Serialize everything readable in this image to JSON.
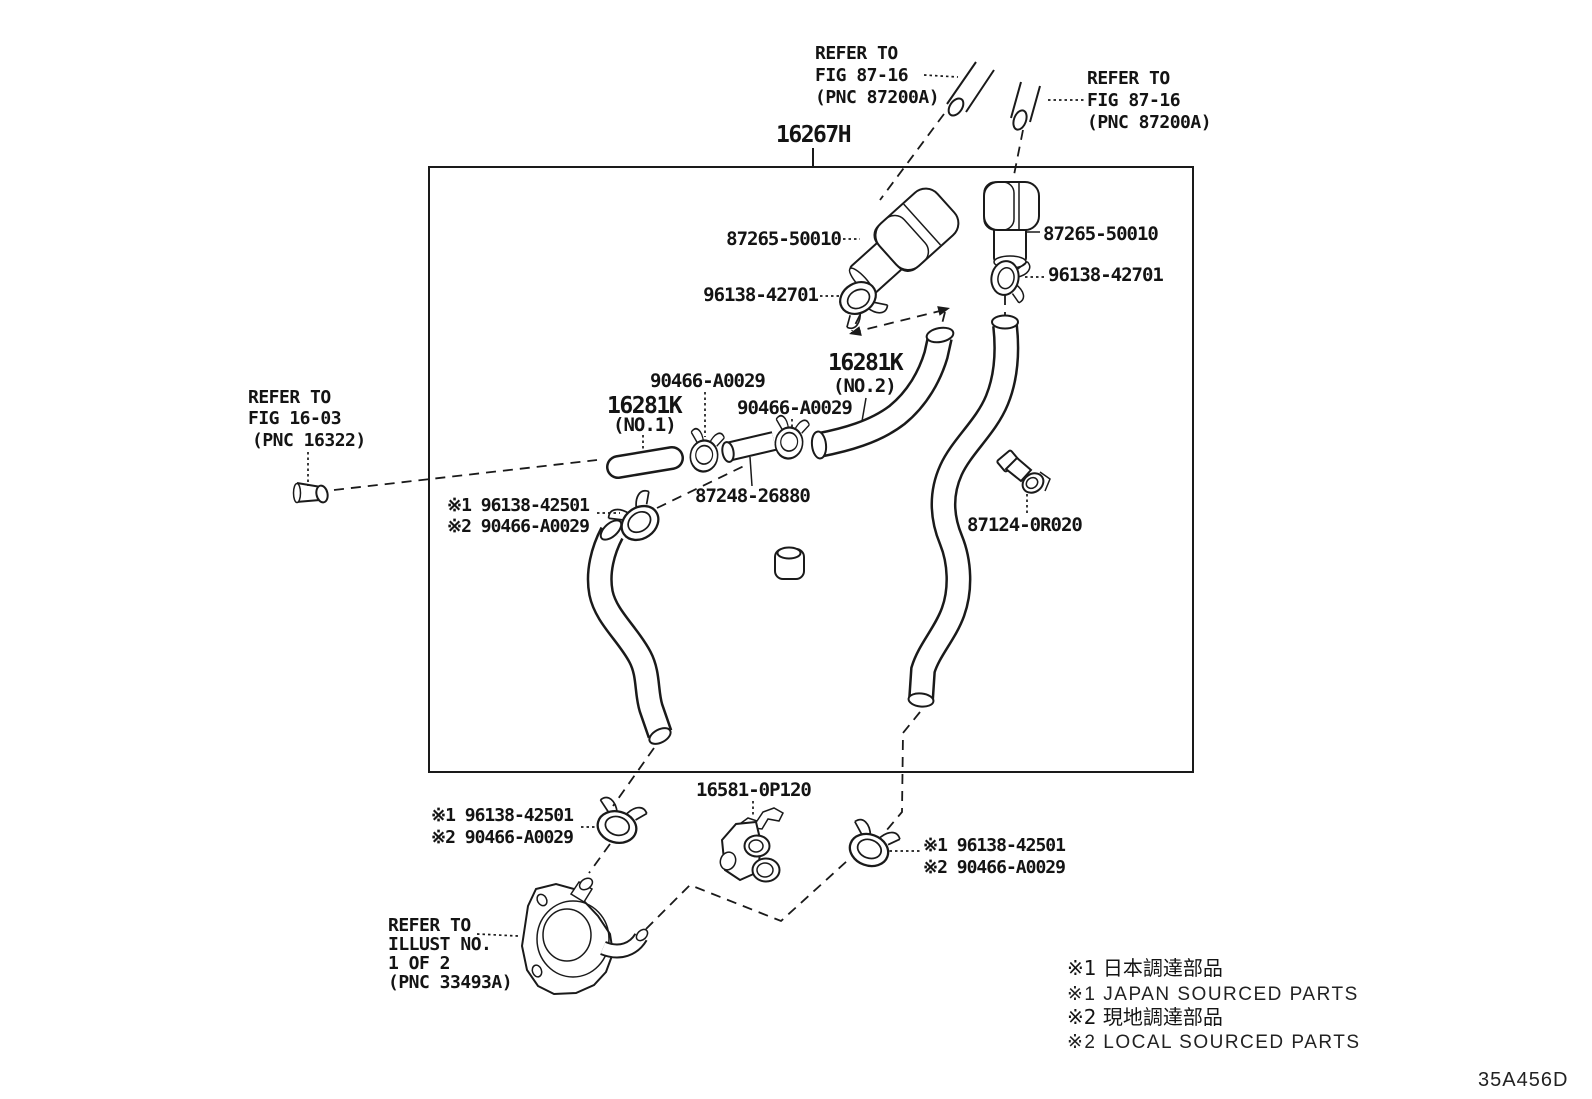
{
  "figure_code": "35A456D",
  "frame": {
    "label": "16267H"
  },
  "references": {
    "fig_87_16_left": {
      "line1": "REFER TO",
      "line2": "FIG 87-16",
      "line3": "(PNC 87200A)"
    },
    "fig_87_16_right": {
      "line1": "REFER TO",
      "line2": "FIG 87-16",
      "line3": "(PNC 87200A)"
    },
    "fig_16_03": {
      "line1": "REFER TO",
      "line2": "FIG 16-03",
      "line3": "(PNC 16322)"
    },
    "illust_1_of_2": {
      "line1": "REFER TO",
      "line2": "ILLUST NO.",
      "line3": "1 OF 2",
      "line4": "(PNC 33493A)"
    }
  },
  "parts": {
    "connector_left": "87265-50010",
    "connector_right": "87265-50010",
    "hose_clamp_top_left": "96138-42701",
    "hose_clamp_top_right": "96138-42701",
    "spring_clamp_no1": "90466-A0029",
    "spring_clamp_no2": "90466-A0029",
    "heater_hose_no1": {
      "number": "16281K",
      "note": "(NO.1)"
    },
    "heater_hose_no2": {
      "number": "16281K",
      "note": "(NO.2)"
    },
    "pipe": "87248-26880",
    "clip": "87124-0R020",
    "water_valve": "16581-0P120",
    "alt_clamp_inbox": {
      "line1": "※1 96138-42501",
      "line2": "※2 90466-A0029"
    },
    "alt_clamp_bottom_left": {
      "line1": "※1 96138-42501",
      "line2": "※2 90466-A0029"
    },
    "alt_clamp_bottom_right": {
      "line1": "※1 96138-42501",
      "line2": "※2 90466-A0029"
    }
  },
  "legend": {
    "line1": "※1 日本調達部品",
    "line2": "※1 JAPAN SOURCED PARTS",
    "line3": "※2 現地調達部品",
    "line4": "※2 LOCAL SOURCED PARTS"
  }
}
